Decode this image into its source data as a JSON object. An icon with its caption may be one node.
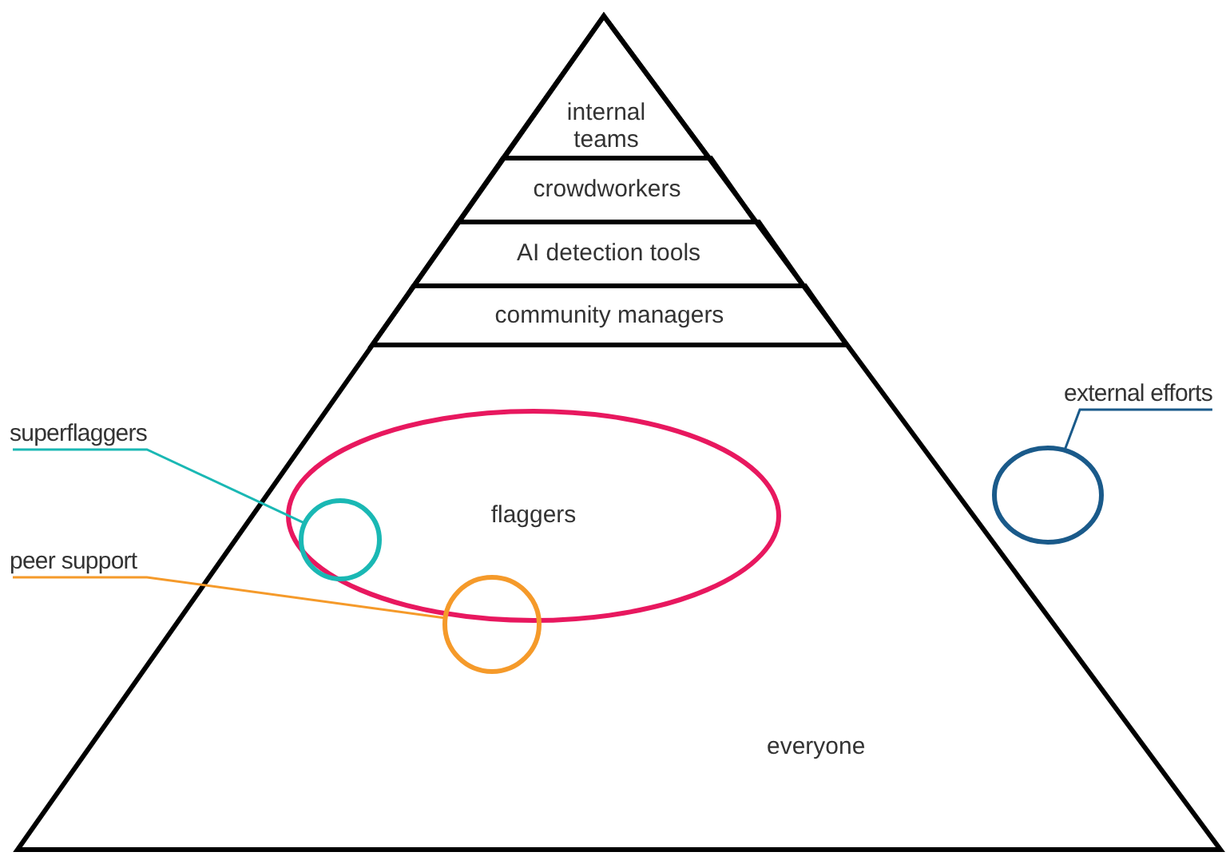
{
  "diagram": {
    "nodes": [
      {
        "text": [
          "everyone"
        ]
      },
      {
        "text": [
          "internal teams"
        ],
        "in": 0
      },
      {
        "text": [
          "crowdworkers"
        ],
        "in": 0
      },
      {
        "text": [
          "AI detection tools"
        ],
        "in": 0
      },
      {
        "text": [
          "community managers"
        ],
        "in": 0
      },
      {
        "text": [
          "superflaggers"
        ]
      },
      {
        "text": [
          "flaggers"
        ],
        "in": 0
      },
      {
        "text": [],
        "shape": "circle",
        "in": 6
      },
      {
        "text": [
          "external efforts"
        ]
      },
      {
        "text": [],
        "shape": "circle"
      },
      {
        "text": [
          "peer support"
        ]
      },
      {
        "text": [],
        "shape": "circle",
        "in": 0
      }
    ],
    "edges": [
      {
        "from": 5,
        "to": 7,
        "arrow": "none",
        "color": "#1ab8b4"
      },
      {
        "from": 8,
        "to": 9,
        "arrow": "none",
        "color": "#1a5a8a"
      },
      {
        "from": 10,
        "to": 11,
        "arrow": "none",
        "color": "#f59a2a"
      }
    ]
  }
}
